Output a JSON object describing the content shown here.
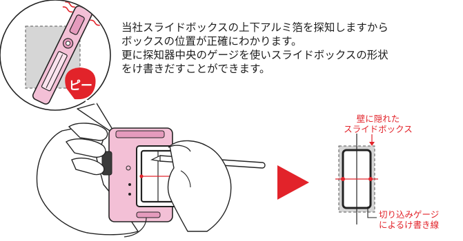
{
  "description": {
    "lines": [
      "当社スライドボックスの上下アルミ箔を探知しますから",
      "ボックスの位置が正確にわかります。",
      "更に探知器中央のゲージを使いスライドボックスの形状",
      "をけ書きだすことができます。"
    ]
  },
  "beep_label": "ピー",
  "diagram": {
    "hidden_box_label": [
      "壁に隠れた",
      "スライドボックス"
    ],
    "gauge_label": [
      "切り込みゲージ",
      "によるけ書き線"
    ]
  },
  "colors": {
    "accent_red": "#e2232a",
    "device_pink": "#f3c0d6",
    "device_pink_dark": "#e59bbd",
    "box_gray": "#d6d6d6"
  },
  "icons": [
    "pointer-arrow-icon",
    "detector-device-icon",
    "speech-bubble-icon"
  ]
}
